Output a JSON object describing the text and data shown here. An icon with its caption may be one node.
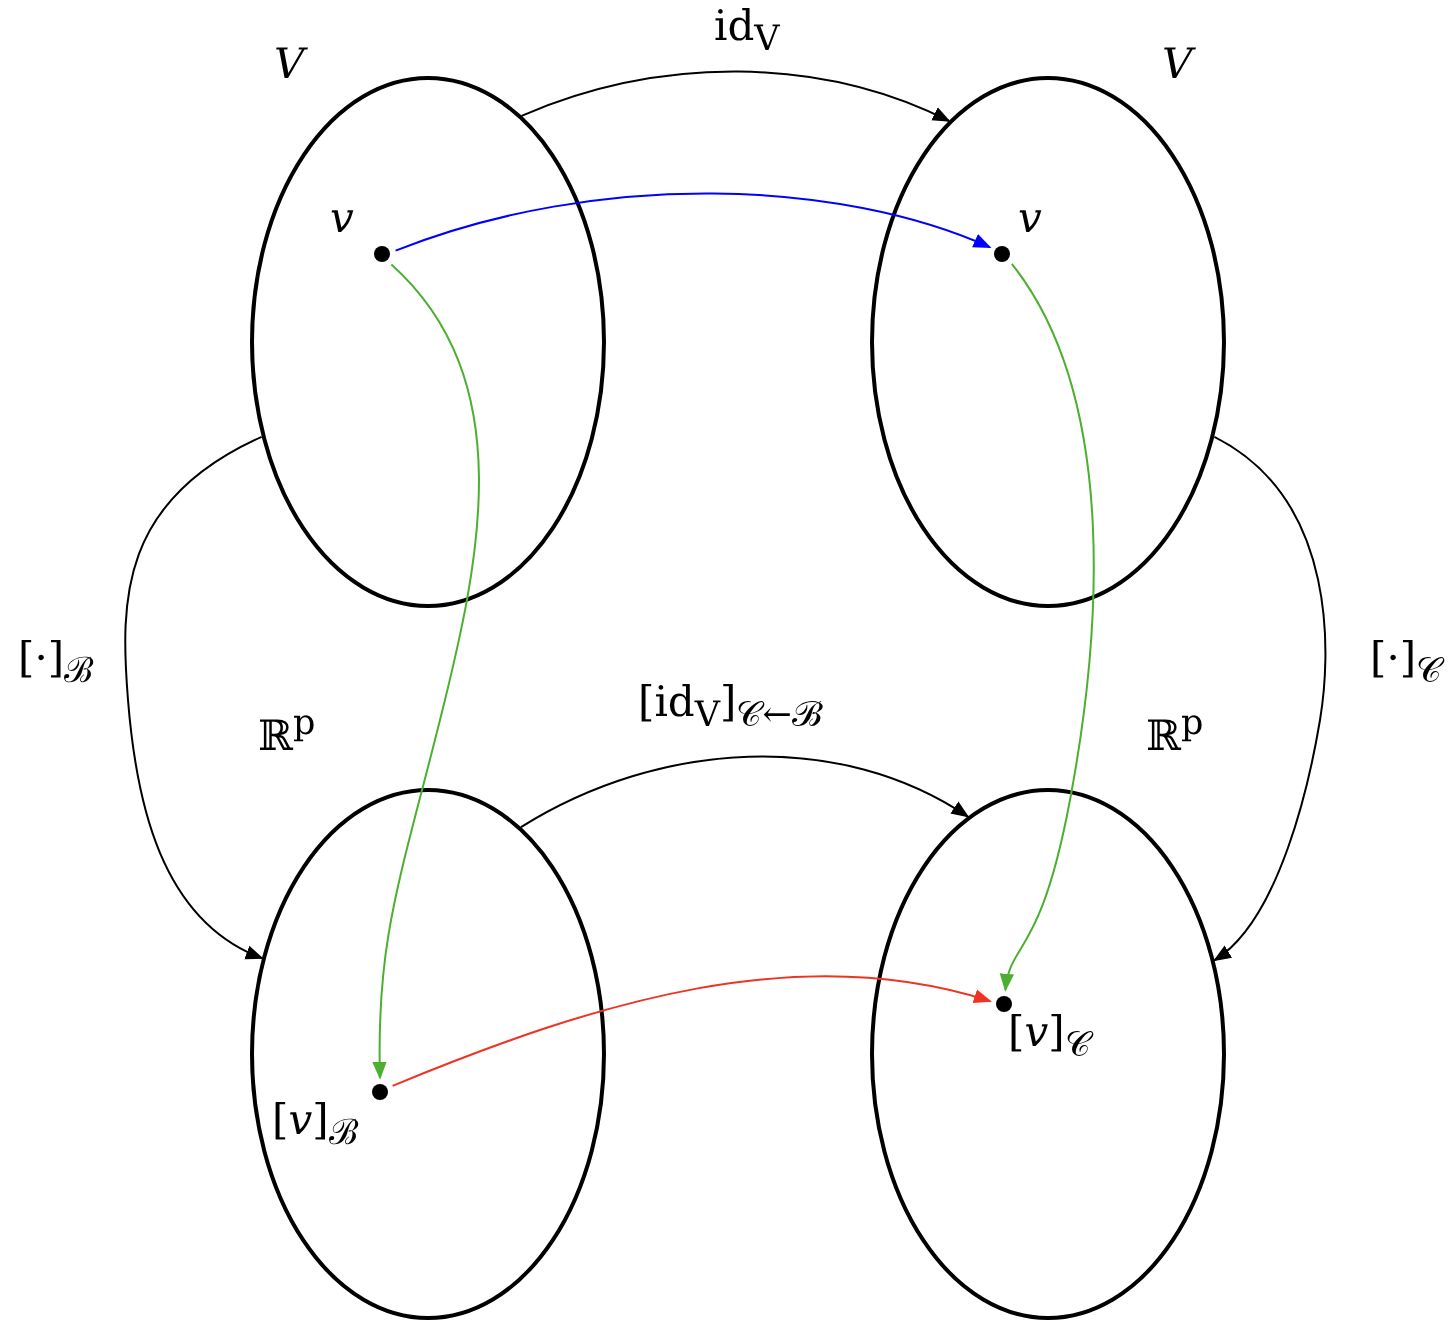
{
  "diagram": {
    "nodes": [
      {
        "text": [
          "V"
        ]
      },
      {
        "text": [
          "v"
        ],
        "in": 0
      },
      {
        "text": [
          "V"
        ]
      },
      {
        "text": [
          "v"
        ],
        "in": 2
      },
      {
        "text": [
          "ℝ$^{p}$"
        ]
      },
      {
        "text": [
          "[*v*]$_{ℬ}$"
        ],
        "in": 4
      },
      {
        "text": [
          "ℝ$^{p}$"
        ]
      },
      {
        "text": [
          "[*v*]$_{𝒞}$"
        ],
        "in": 6
      }
    ],
    "edges": [
      {
        "from": 0,
        "to": 2,
        "arrow": "to",
        "label": "id$_{V}$"
      },
      {
        "from": 1,
        "to": 3,
        "arrow": "to",
        "color": "#0000ff"
      },
      {
        "from": 1,
        "to": 5,
        "arrow": "to",
        "color": "#4caf32"
      },
      {
        "from": 3,
        "to": 7,
        "arrow": "to",
        "color": "#4caf32"
      },
      {
        "from": 0,
        "to": 4,
        "arrow": "to",
        "label": "[·]$_{ℬ}$"
      },
      {
        "from": 2,
        "to": 6,
        "arrow": "to",
        "label": "[·]$_{𝒞}$"
      },
      {
        "from": 4,
        "to": 6,
        "arrow": "to",
        "label": "[id$_{V}$]$_{𝒞←ℬ}$"
      },
      {
        "from": 5,
        "to": 7,
        "arrow": "to",
        "color": "#ee3322"
      }
    ]
  }
}
